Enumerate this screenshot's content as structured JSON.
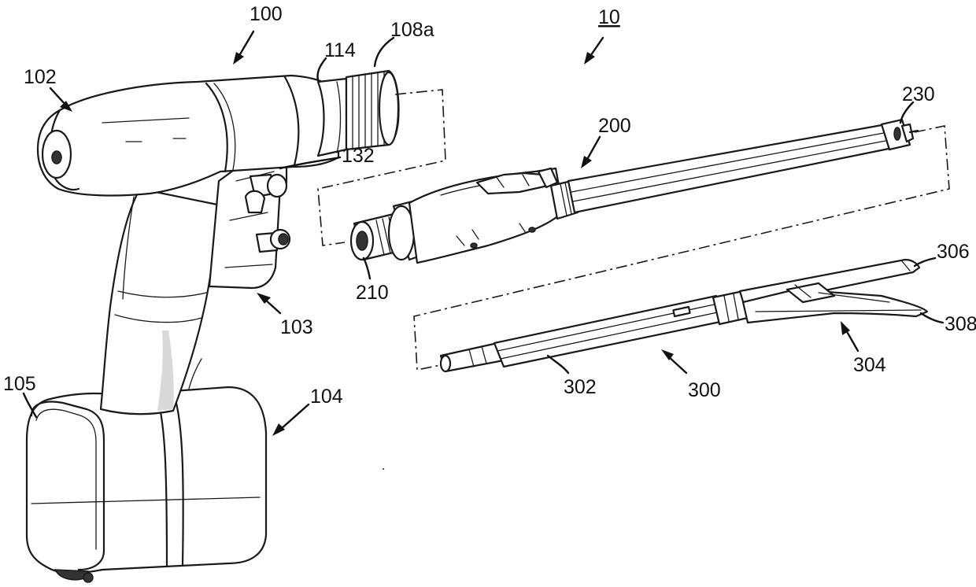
{
  "figure": {
    "labels": {
      "system": "10",
      "handle_assembly": "100",
      "handle_rear": "102",
      "handle_housing": "103",
      "battery": "104",
      "battery_cover": "105",
      "connector_108a": "108a",
      "nose_114": "114",
      "button_132": "132",
      "adapter": "200",
      "adapter_coupling": "210",
      "adapter_distal": "230",
      "loading_unit": "300",
      "loading_unit_shaft": "302",
      "jaw_assembly": "304",
      "anvil": "306",
      "cartridge": "308"
    }
  }
}
